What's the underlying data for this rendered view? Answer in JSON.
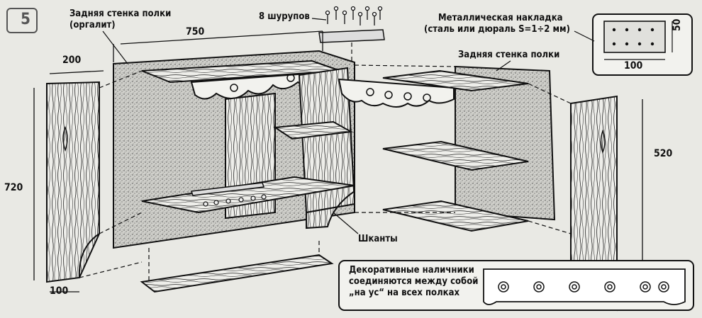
{
  "figure_number": "5",
  "labels": {
    "back_wall_left": "Задняя стенка полки",
    "back_wall_left_sub": "(оргалит)",
    "screws": "8 шурупов",
    "metal_plate_line1": "Металлическая накладка",
    "metal_plate_line2": "(сталь или дюраль S=1÷2 мм)",
    "back_wall_right": "Задняя стенка полки",
    "dowels": "Шканты",
    "note_line1": "Декоративные наличники",
    "note_line2": "соединяются между собой",
    "note_line3": "„на ус“ на всех полках"
  },
  "dimensions": {
    "width_top": "750",
    "depth_top": "200",
    "height_left": "720",
    "depth_bottom": "100",
    "height_right": "520",
    "plate_width": "100",
    "plate_height": "50"
  }
}
